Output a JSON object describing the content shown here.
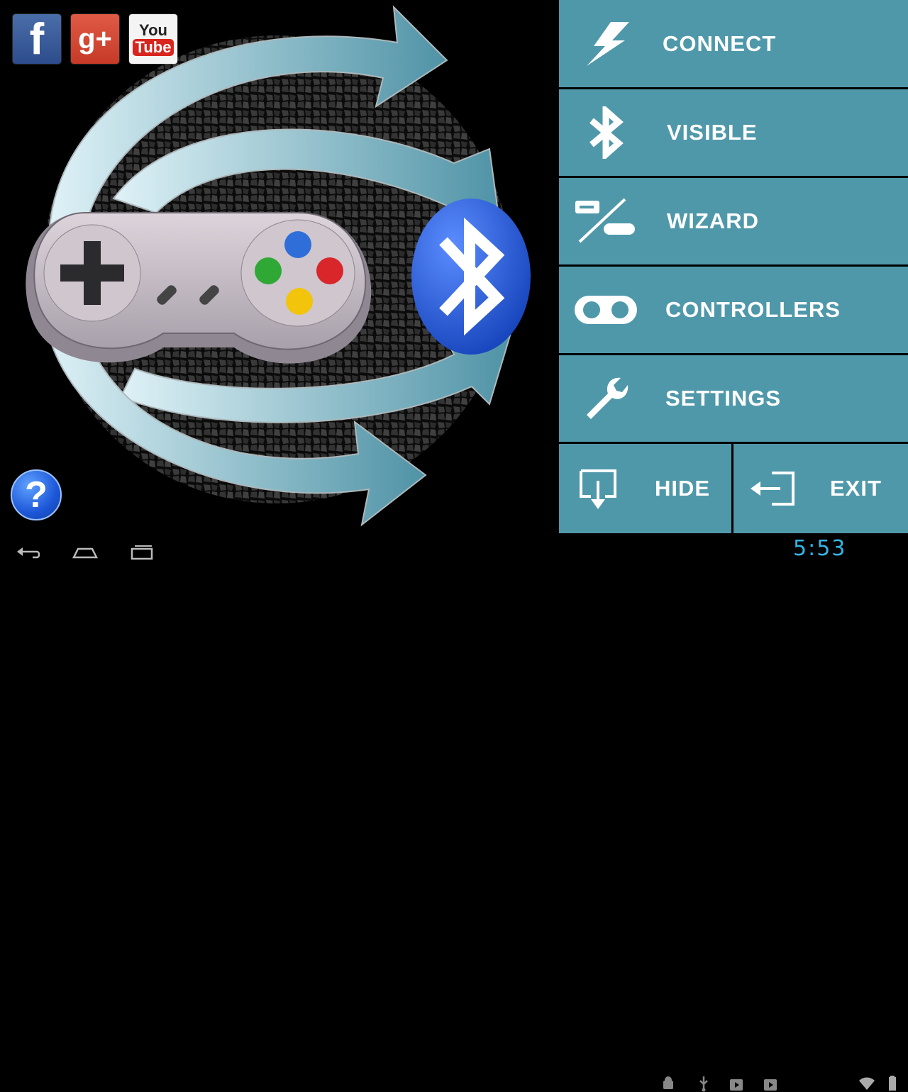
{
  "social": {
    "facebook": {
      "glyph": "f",
      "icon": "facebook-icon"
    },
    "googleplus": {
      "glyph": "g+",
      "icon": "google-plus-icon"
    },
    "youtube": {
      "line1": "You",
      "line2": "Tube",
      "icon": "youtube-icon"
    }
  },
  "help": {
    "glyph": "?"
  },
  "menu": {
    "connect": {
      "label": "CONNECT",
      "icon": "lightning-icon"
    },
    "visible": {
      "label": "VISIBLE",
      "icon": "bluetooth-icon"
    },
    "wizard": {
      "label": "WIZARD",
      "icon": "wizard-icon"
    },
    "controllers": {
      "label": "CONTROLLERS",
      "icon": "controllers-icon"
    },
    "settings": {
      "label": "SETTINGS",
      "icon": "wrench-icon"
    },
    "hide": {
      "label": "HIDE",
      "icon": "hide-icon"
    },
    "exit": {
      "label": "EXIT",
      "icon": "exit-icon"
    }
  },
  "status": {
    "time": "5:53"
  },
  "colors": {
    "menu_bg": "#4f98aa",
    "clock": "#33b5e5",
    "bluetooth": "#1e5fe0"
  }
}
